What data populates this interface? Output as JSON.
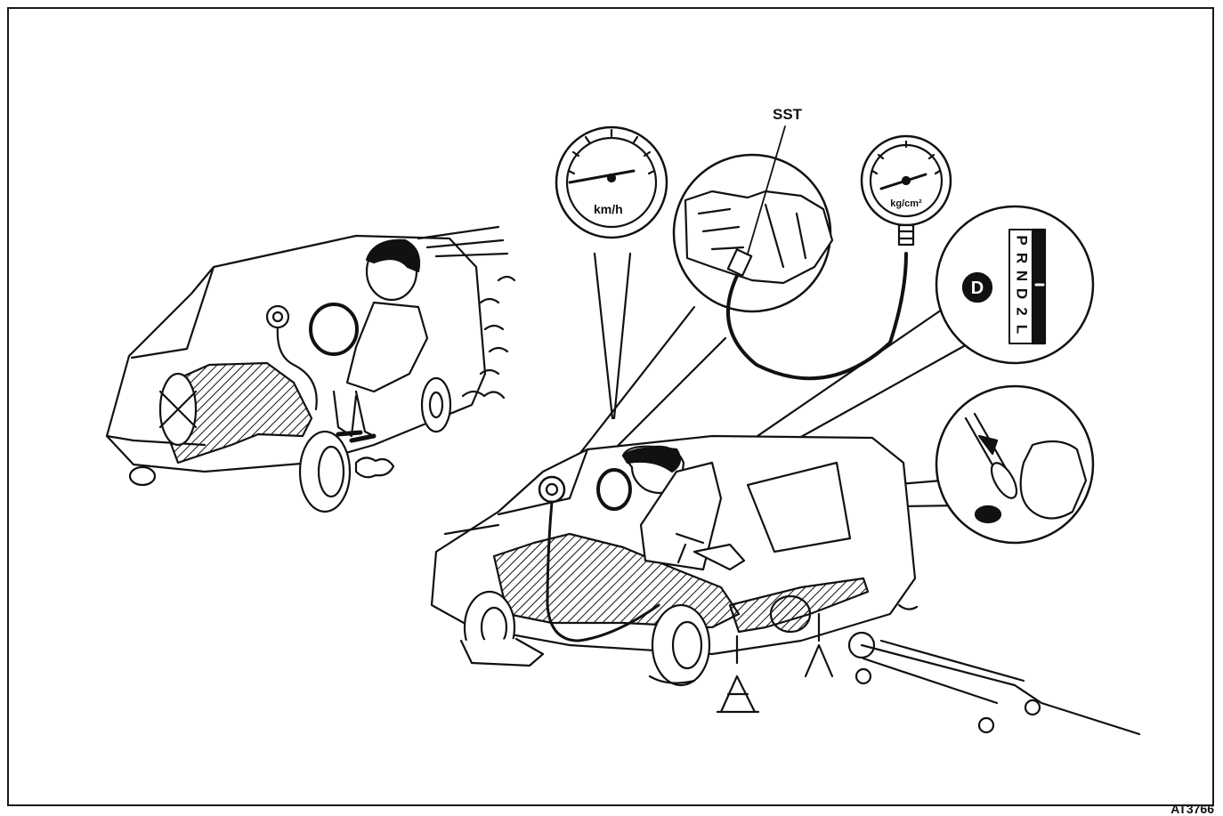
{
  "figure": {
    "callout_label": "SST",
    "speedometer_unit": "km/h",
    "pressure_unit": "kg/cm²",
    "selected_gear": "D",
    "gear_positions": [
      "P",
      "R",
      "N",
      "D",
      "2",
      "L"
    ],
    "figure_code": "AT3766"
  },
  "colors": {
    "ink": "#111111",
    "paper": "#ffffff"
  },
  "icons": [
    "speedometer-gauge-icon",
    "pressure-gauge-icon",
    "gear-selector-icon",
    "brake-pedal-icon"
  ]
}
